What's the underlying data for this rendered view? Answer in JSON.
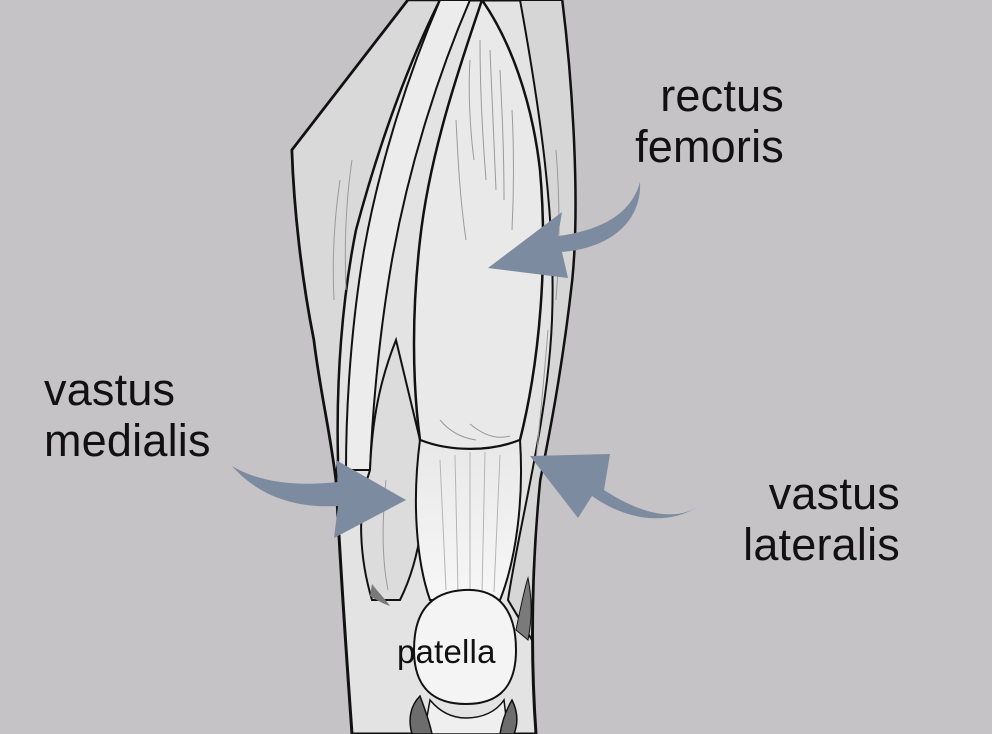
{
  "labels": {
    "rectus_femoris": [
      "rectus",
      "femoris"
    ],
    "vastus_medialis": [
      "vastus",
      "medialis"
    ],
    "vastus_lateralis": [
      "vastus",
      "lateralis"
    ],
    "patella": "patella"
  },
  "colors": {
    "background": "#c5c3c6",
    "arrow": "#7d8ba0",
    "muscle_fill": "#e3e3e3",
    "muscle_light": "#f2f2f2",
    "outline": "#111111",
    "text": "#111111"
  }
}
